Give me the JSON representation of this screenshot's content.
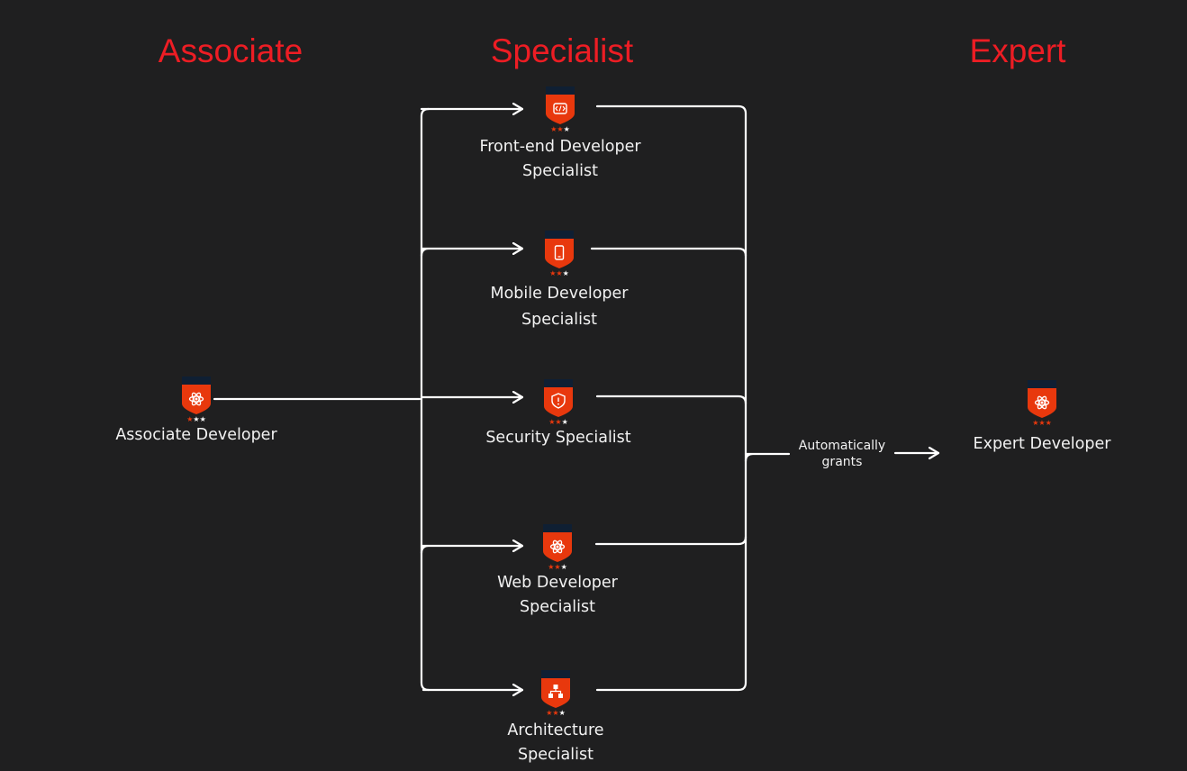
{
  "columns": {
    "associate": "Associate",
    "specialist": "Specialist",
    "expert": "Expert"
  },
  "associate_node": {
    "label": "Associate Developer",
    "icon": "react-atom-icon",
    "stars": 1
  },
  "specialists": [
    {
      "label": "Front-end Developer\nSpecialist",
      "icon": "code-brackets-icon",
      "stars": 2
    },
    {
      "label": "Mobile Developer\nSpecialist",
      "icon": "smartphone-icon",
      "stars": 2
    },
    {
      "label": "Security Specialist",
      "icon": "shield-icon",
      "stars": 2
    },
    {
      "label": "Web Developer\nSpecialist",
      "icon": "react-atom-icon",
      "stars": 2
    },
    {
      "label": "Architecture\nSpecialist",
      "icon": "hierarchy-icon",
      "stars": 2
    }
  ],
  "grant_label": "Automatically\ngrants",
  "expert_node": {
    "label": "Expert Developer",
    "icon": "react-atom-icon",
    "stars": 3
  },
  "colors": {
    "background": "#1f1f20",
    "accent": "#ed1d24",
    "badge_red": "#e8380d",
    "badge_navy": "#0f1f33",
    "line": "#ffffff"
  }
}
